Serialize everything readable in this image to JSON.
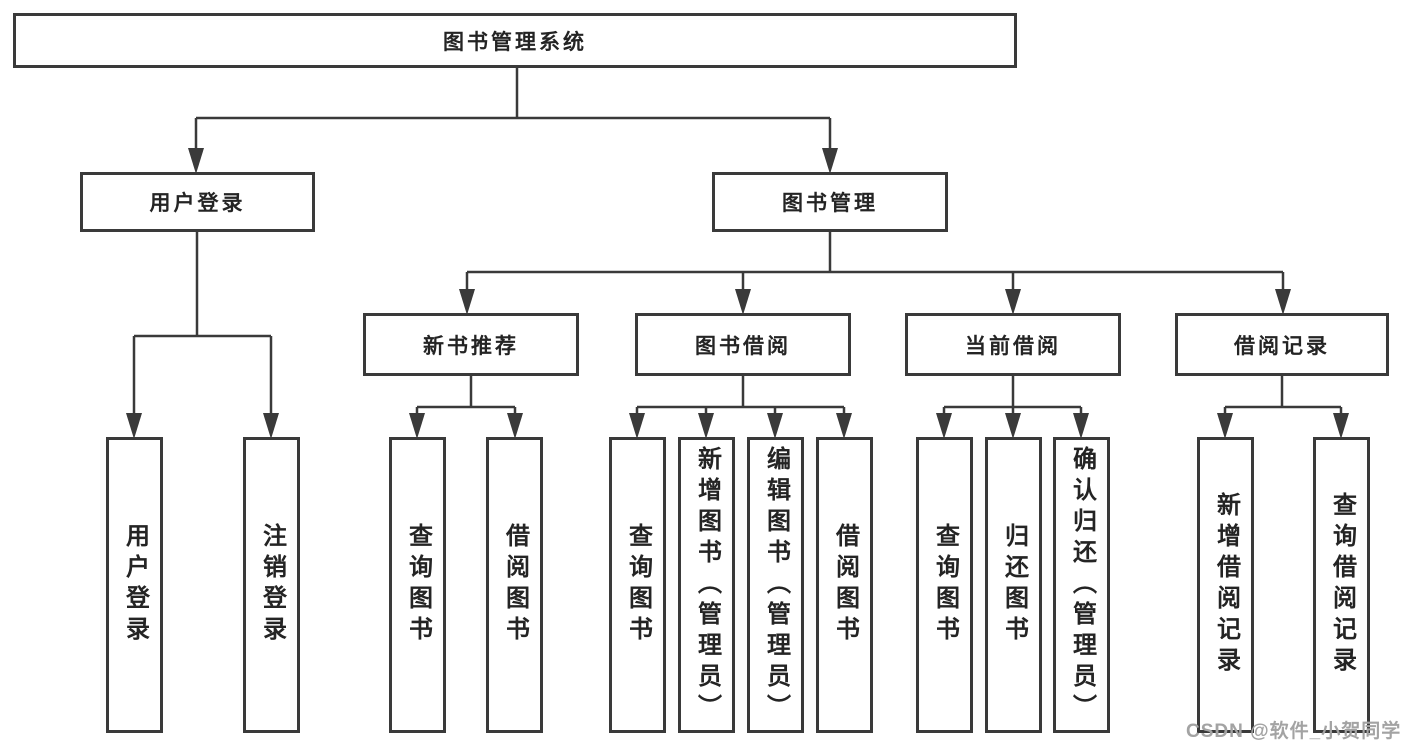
{
  "diagram": {
    "root": {
      "label": "图书管理系统"
    },
    "branches": {
      "user_login": {
        "label": "用户登录",
        "children": [
          "用户登录",
          "注销登录"
        ]
      },
      "book_management": {
        "label": "图书管理",
        "sections": [
          {
            "label": "新书推荐",
            "children": [
              "查询图书",
              "借阅图书"
            ]
          },
          {
            "label": "图书借阅",
            "children": [
              "查询图书",
              "新增图书（管理员）",
              "编辑图书（管理员）",
              "借阅图书"
            ]
          },
          {
            "label": "当前借阅",
            "children": [
              "查询图书",
              "归还图书",
              "确认归还（管理员）"
            ]
          },
          {
            "label": "借阅记录",
            "children": [
              "新增借阅记录",
              "查询借阅记录"
            ]
          }
        ]
      }
    }
  },
  "watermark": {
    "text": "CSDN @软件_小贺同学"
  },
  "colors": {
    "line": "#3a3a3a",
    "text": "#242424",
    "background": "#ffffff",
    "watermark": "#a3a3a3"
  }
}
